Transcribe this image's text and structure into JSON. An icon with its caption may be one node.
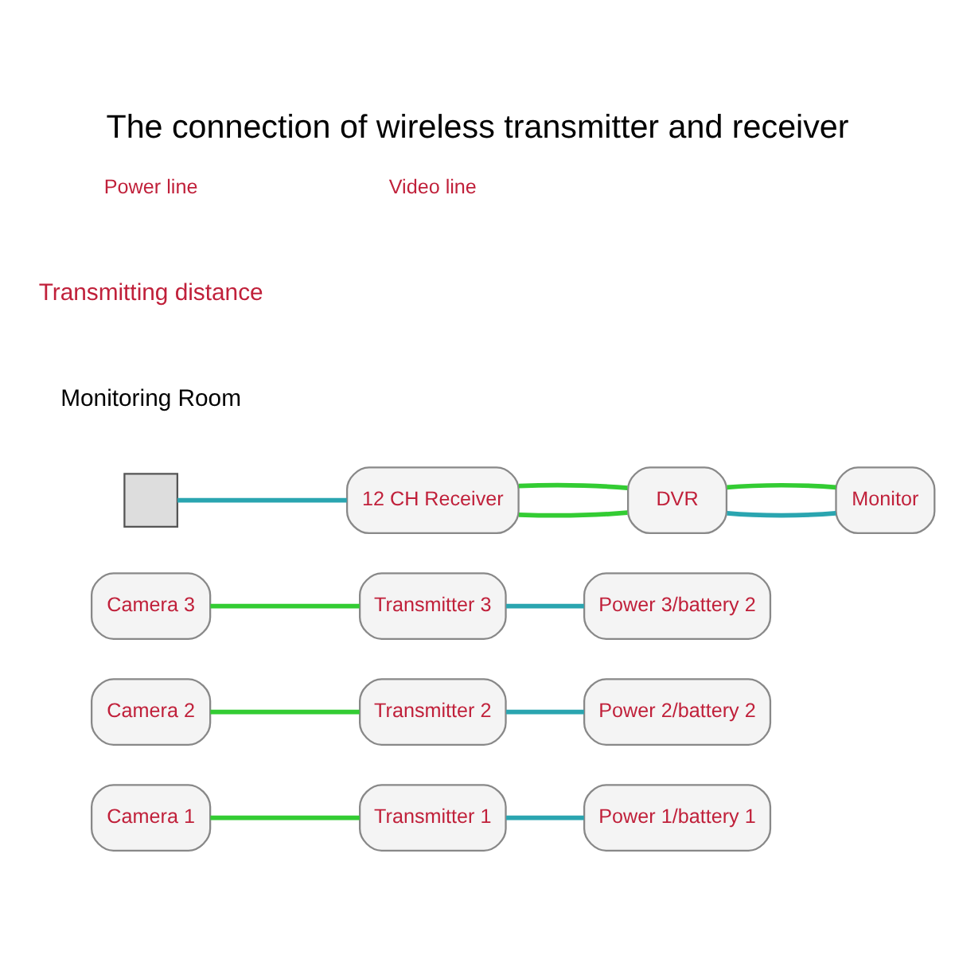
{
  "diagram": {
    "title": "The connection of wireless transmitter and receiver",
    "nodes": [
      {
        "text": [
          "Camera 1"
        ]
      },
      {
        "text": [
          "Transmitter 1"
        ]
      },
      {
        "text": [
          "Power 1/battery 1"
        ]
      },
      {
        "text": [
          "Camera 2"
        ]
      },
      {
        "text": [
          "Transmitter 2"
        ]
      },
      {
        "text": [
          "Power 2/battery 2"
        ]
      },
      {
        "text": [
          "Camera 3"
        ]
      },
      {
        "text": [
          "Transmitter 3"
        ]
      },
      {
        "text": [
          "Power 3/battery 2"
        ]
      },
      {
        "text": [],
        "shape": "box"
      },
      {
        "text": [
          "12 CH Receiver"
        ]
      },
      {
        "text": [
          "DVR"
        ]
      },
      {
        "text": [
          "Monitor"
        ]
      }
    ],
    "edges": [
      {
        "from": 0,
        "to": 1,
        "arrow": "none"
      },
      {
        "from": 1,
        "to": 2,
        "arrow": "none",
        "color": "#2aa5b0"
      },
      {
        "from": 3,
        "to": 4,
        "arrow": "none"
      },
      {
        "from": 4,
        "to": 5,
        "arrow": "none",
        "color": "#2aa5b0"
      },
      {
        "from": 6,
        "to": 7,
        "arrow": "none"
      },
      {
        "from": 7,
        "to": 8,
        "arrow": "none",
        "color": "#2aa5b0"
      },
      {
        "from": 9,
        "to": 10,
        "arrow": "none",
        "color": "#2aa5b0"
      },
      {
        "from": 10,
        "to": 11,
        "arrow": "none"
      },
      {
        "from": 10,
        "to": 11,
        "arrow": "none"
      },
      {
        "from": 11,
        "to": 12,
        "arrow": "none",
        "color": "#2aa5b0"
      },
      {
        "from": 11,
        "to": 12,
        "arrow": "none"
      }
    ],
    "labels": [
      "Monitoring Room",
      "Transmitting distance"
    ],
    "legend": [
      {
        "text": "Power line"
      },
      {
        "text": "Video line"
      }
    ]
  }
}
